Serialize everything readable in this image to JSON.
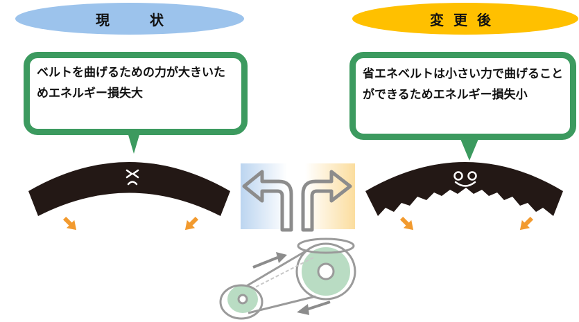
{
  "header": {
    "current_label_a": "現",
    "current_label_b": "状",
    "after_label": "変更後"
  },
  "current": {
    "callout_text": "ベルトを曲げるための力が大きいためエネルギー損失大"
  },
  "after": {
    "callout_text": "省エネベルトは小さい力で曲げることができるためエネルギー損失小"
  },
  "colors": {
    "current_pill": "#9cc3ec",
    "after_pill": "#ffc000",
    "callout_border": "#3c9a5f",
    "belt": "#231815",
    "force_arrow": "#f29a2e",
    "pulley": "#b9dcc3"
  }
}
